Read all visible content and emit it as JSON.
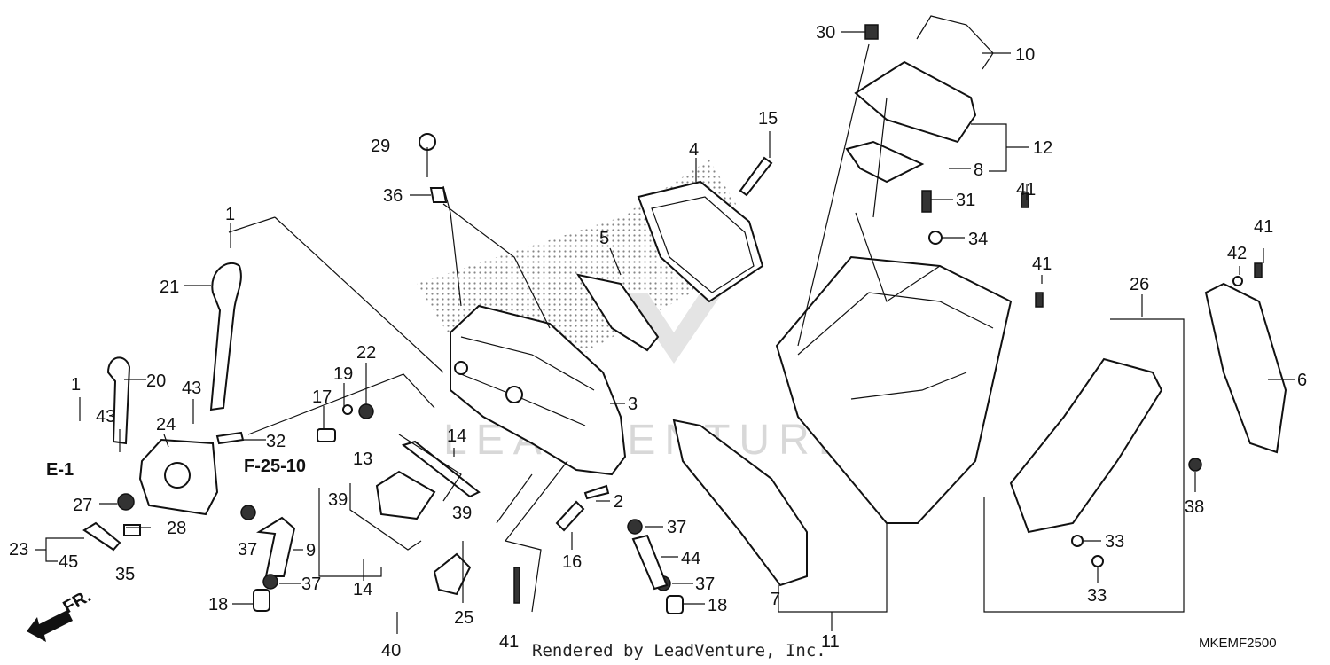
{
  "diagram": {
    "callouts": [
      "1",
      "21",
      "20",
      "43",
      "24",
      "27",
      "23",
      "45",
      "35",
      "28",
      "18",
      "37",
      "9",
      "32",
      "22",
      "19",
      "17",
      "13",
      "39",
      "14",
      "29",
      "36",
      "3",
      "2",
      "16",
      "25",
      "40",
      "41",
      "4",
      "5",
      "15",
      "30",
      "10",
      "12",
      "8",
      "31",
      "34",
      "41",
      "26",
      "42",
      "6",
      "38",
      "33",
      "7",
      "11",
      "44"
    ],
    "refs": {
      "e1": "E-1",
      "f2510": "F-25-10",
      "fr": "FR."
    },
    "watermark": "LEADVENTURE",
    "credit": "Rendered by LeadVenture, Inc.",
    "diagram_code": "MKEMF2500"
  }
}
